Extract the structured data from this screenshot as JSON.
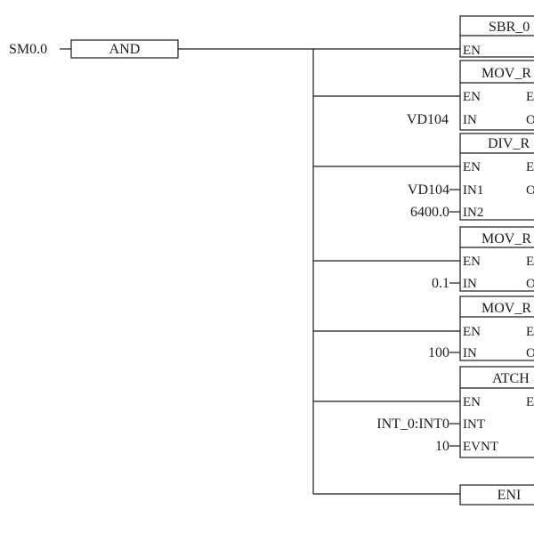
{
  "rung": {
    "input_contact": "SM0.0",
    "and_label": "AND"
  },
  "blocks": [
    {
      "title": "SBR_0",
      "left_pins": [
        "EN"
      ],
      "right_pins": [],
      "operands": []
    },
    {
      "title": "MOV_R",
      "left_pins": [
        "EN",
        "IN"
      ],
      "right_pins": [
        "E",
        "O"
      ],
      "operands": [
        "VD104"
      ]
    },
    {
      "title": "DIV_R",
      "left_pins": [
        "EN",
        "IN1",
        "IN2"
      ],
      "right_pins": [
        "E",
        "O"
      ],
      "operands": [
        "VD104",
        "6400.0"
      ]
    },
    {
      "title": "MOV_R",
      "left_pins": [
        "EN",
        "IN"
      ],
      "right_pins": [
        "E",
        "O"
      ],
      "operands": [
        "0.1"
      ]
    },
    {
      "title": "MOV_R",
      "left_pins": [
        "EN",
        "IN"
      ],
      "right_pins": [
        "E",
        "O"
      ],
      "operands": [
        "100"
      ]
    },
    {
      "title": "ATCH",
      "left_pins": [
        "EN",
        "INT",
        "EVNT"
      ],
      "right_pins": [
        "E"
      ],
      "operands": [
        "INT_0:INT0",
        "10"
      ]
    },
    {
      "title": "ENI",
      "left_pins": [],
      "right_pins": [],
      "operands": []
    }
  ]
}
